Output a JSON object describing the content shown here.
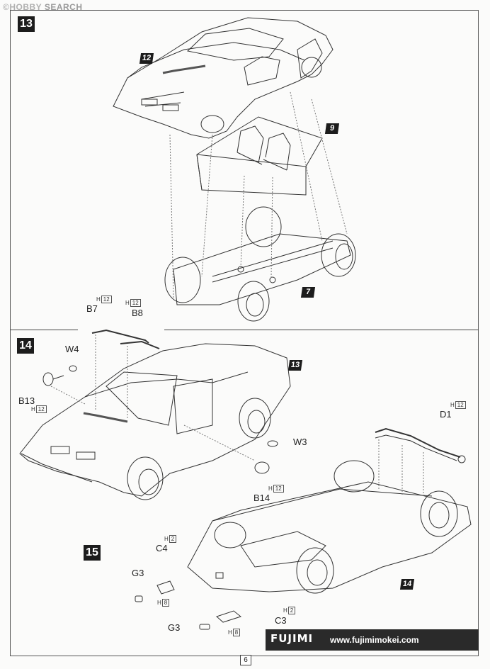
{
  "watermark": {
    "logo": "©HOBBY",
    "text": "SEARCH"
  },
  "steps": {
    "s13": "13",
    "s14": "14",
    "s15": "15"
  },
  "tags": {
    "t12": "12",
    "t9": "9",
    "t7": "7",
    "t13": "13",
    "t14": "14"
  },
  "parts": {
    "B7": "B7",
    "B8": "B8",
    "W4": "W4",
    "B13": "B13",
    "W3": "W3",
    "B14": "B14",
    "D1": "D1",
    "C4": "C4",
    "G3a": "G3",
    "C3": "C3",
    "G3b": "G3"
  },
  "qty": {
    "B7": {
      "h": "H",
      "n": "12"
    },
    "B8": {
      "h": "H",
      "n": "12"
    },
    "B13": {
      "h": "H",
      "n": "12"
    },
    "B14": {
      "h": "H",
      "n": "12"
    },
    "D1": {
      "h": "H",
      "n": "12"
    },
    "C4": {
      "h": "H",
      "n": "2"
    },
    "G3a": {
      "h": "H",
      "n": "8"
    },
    "C3": {
      "h": "H",
      "n": "2"
    },
    "G3b": {
      "h": "H",
      "n": "8"
    }
  },
  "footer": {
    "brand": "FUJIMI",
    "url": "www.fujimimokei.com"
  },
  "page_number": "6"
}
